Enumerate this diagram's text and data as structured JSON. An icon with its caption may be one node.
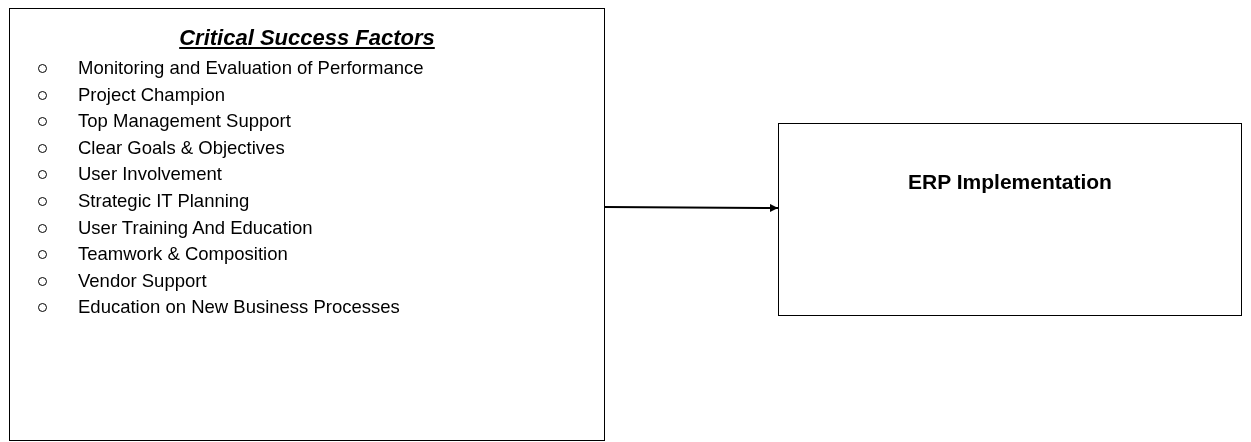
{
  "diagram": {
    "nodes": [
      {
        "text": [
          "Critical Success Factors",
          "Monitoring and Evaluation of Performance",
          "Project Champion",
          "Top Management Support",
          "Clear Goals & Objectives",
          "User Involvement",
          "Strategic IT Planning",
          "User Training And Education",
          "Teamwork & Composition",
          "Vendor Support",
          "Education on New Business Processes"
        ]
      },
      {
        "text": [
          "ERP Implementation"
        ]
      }
    ],
    "edges": [
      {
        "from": 0,
        "to": 1,
        "arrow": "to"
      }
    ]
  }
}
